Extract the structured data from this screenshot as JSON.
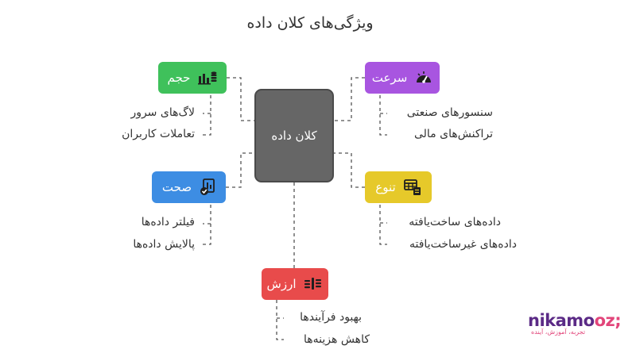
{
  "title": "ویژگی‌های کلان داده",
  "center": {
    "label": "کلان داده"
  },
  "nodes": {
    "volume": {
      "label": "حجم",
      "color": "#3fc15b",
      "icon": "bar-chart-database-icon",
      "items": [
        "لاگ‌های سرور",
        "تعاملات کاربران"
      ]
    },
    "velocity": {
      "label": "سرعت",
      "color": "#a855e0",
      "icon": "speedometer-icon",
      "items": [
        "سنسورهای صنعتی",
        "تراکنش‌های مالی"
      ]
    },
    "veracity": {
      "label": "صحت",
      "color": "#3d8de3",
      "icon": "verified-document-icon",
      "items": [
        "فیلتر داده‌ها",
        "پالایش داده‌ها"
      ]
    },
    "variety": {
      "label": "تنوع",
      "color": "#e6c92a",
      "icon": "table-document-icon",
      "items": [
        "داده‌های ساخت‌یافته",
        "داده‌های غیرساخت‌یافته"
      ]
    },
    "value": {
      "label": "ارزش",
      "color": "#e84b4b",
      "icon": "value-stack-icon",
      "items": [
        "بهبود فرآیندها",
        "کاهش هزینه‌ها"
      ]
    }
  },
  "logo": {
    "brand_main": "nikamo",
    "brand_accent": "oz;",
    "tagline": "تجربه، آموزش، آینده"
  }
}
